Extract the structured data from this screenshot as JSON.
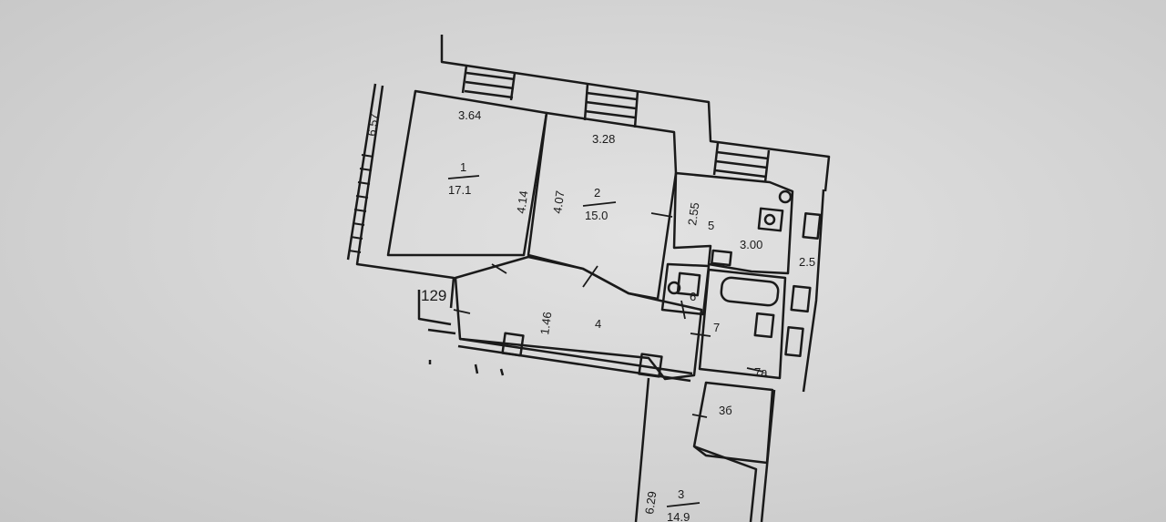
{
  "plan": {
    "apartment_number": "129",
    "rooms": [
      {
        "number": "1",
        "area": "17.1"
      },
      {
        "number": "2",
        "area": "15.0"
      },
      {
        "number": "3",
        "area": "14.9"
      },
      {
        "number": "4"
      },
      {
        "number": "5"
      },
      {
        "number": "6"
      },
      {
        "number": "7"
      },
      {
        "number": "3б"
      },
      {
        "number": "7а"
      }
    ],
    "dimensions": {
      "outer_left": "6.57",
      "room1_width": "3.64",
      "room1_depth": "4.14",
      "room2_width": "3.28",
      "room2_depth": "4.07",
      "room5_depth": "2.55",
      "room5_width": "3.00",
      "hall_width": "1.46",
      "room3_length": "6.29",
      "right_edge": "2.5"
    },
    "colors": {
      "ink": "#1a1a1a",
      "paper": "#d9d9d9"
    }
  }
}
